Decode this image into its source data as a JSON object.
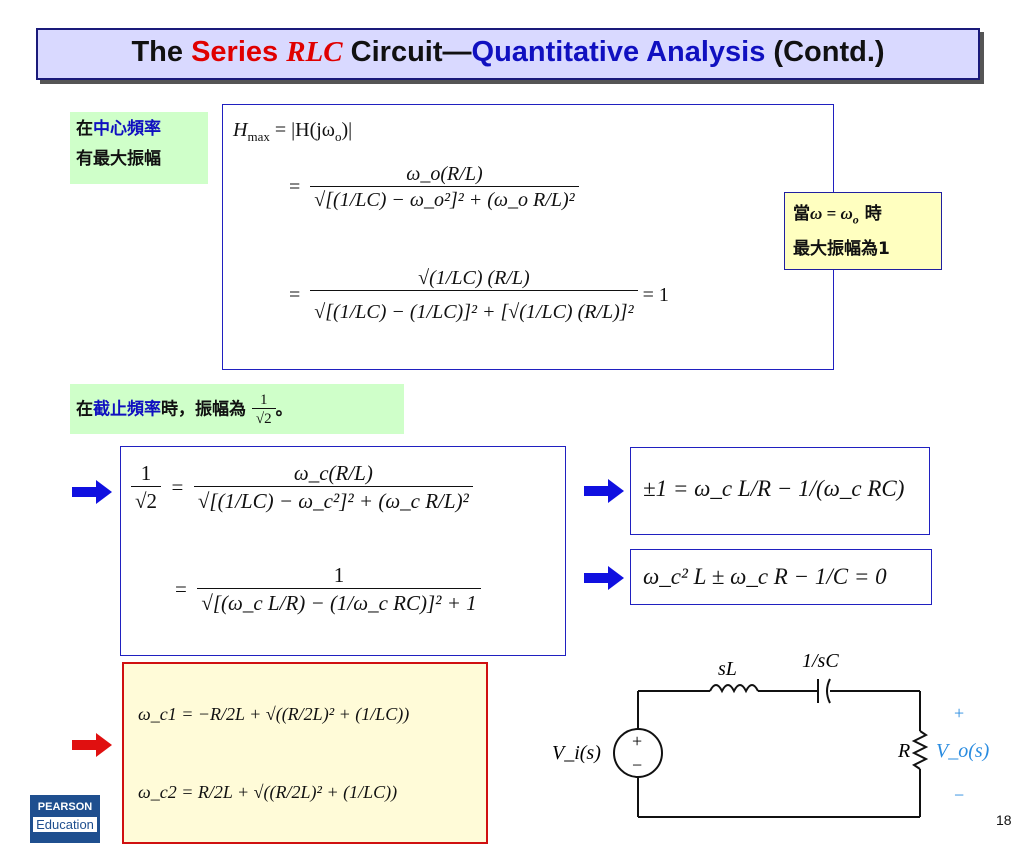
{
  "title": {
    "part1": "The ",
    "part2": "Series ",
    "part3": "RLC",
    "part4": " Circuit—",
    "part5": "Quantitative Analysis",
    "part6": " (Contd.)"
  },
  "note_center": {
    "line1_a": "在",
    "line1_b": "中心頻率",
    "line2": "有最大振幅"
  },
  "eq_hmax": {
    "lhs": "H",
    "lhs_sub": "max",
    "line1_rhs": "= |H(jω",
    "line1_sub": "o",
    "line1_end": ")|",
    "line2_num": "ω_o(R/L)",
    "line2_den": "√[(1/LC) − ω_o²]² + (ω_o R/L)²",
    "line3_num": "√(1/LC) (R/L)",
    "line3_den": "√[(1/LC) − (1/LC)]² + [√(1/LC) (R/L)]²",
    "line3_result": "= 1"
  },
  "note_max": {
    "line1_a": "當",
    "line1_b": "ω = ω",
    "line1_sub": "o",
    "line1_c": " 時",
    "line2": "最大振幅為1"
  },
  "note_cutoff": {
    "part_a": "在",
    "part_b": "截止頻率",
    "part_c": "時，振幅為",
    "frac_num": "1",
    "frac_den": "√2",
    "part_d": "。"
  },
  "eq_cutoff": {
    "lhs_num": "1",
    "lhs_den": "√2",
    "line1_num": "ω_c(R/L)",
    "line1_den": "√[(1/LC) − ω_c²]² + (ω_c R/L)²",
    "line2_num": "1",
    "line2_den": "√[(ω_c L/R) − (1/ω_c RC)]² + 1"
  },
  "eq_pm1": "±1 = ω_c L/R − 1/(ω_c RC)",
  "eq_quad": "ω_c² L ± ω_c R − 1/C = 0",
  "eq_roots": {
    "wc1": "ω_c1 = −R/2L + √((R/2L)² + (1/LC))",
    "wc2": "ω_c2 = R/2L + √((R/2L)² + (1/LC))"
  },
  "circuit": {
    "inductor_label": "sL",
    "capacitor_label": "1/sC",
    "source_label": "V_i(s)",
    "resistor_label": "R",
    "output_label": "V_o(s)",
    "plus": "+",
    "minus": "−"
  },
  "logo": {
    "line1": "PEARSON",
    "line2": "Education"
  },
  "page_number": "18",
  "colors": {
    "red": "#e00000",
    "blue": "#1010c0",
    "arrow_blue": "#1010e0",
    "arrow_red": "#e01010",
    "note_green": "#cfffc9",
    "note_yellow": "#ffffc0"
  }
}
